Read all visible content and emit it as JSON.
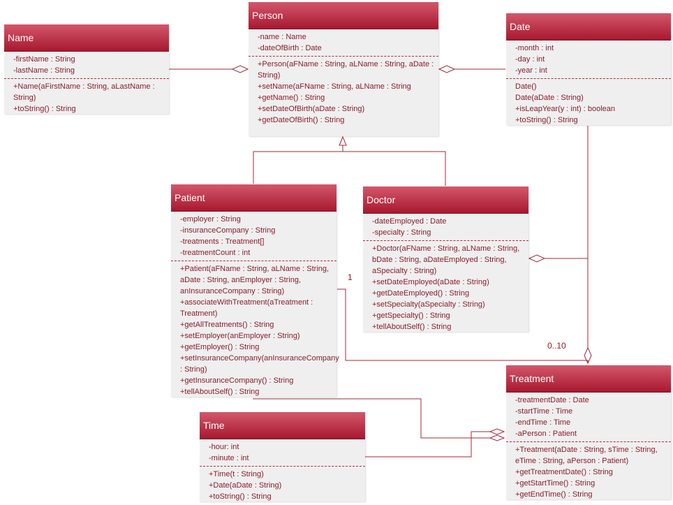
{
  "colors": {
    "header_top": "#d4576b",
    "header_bottom": "#a7192f",
    "line": "#a0283a",
    "text": "#8a1c2a",
    "body": "#efefef"
  },
  "classes": {
    "name": {
      "title": "Name",
      "attributes": [
        "-firstName : String",
        "-lastName : String"
      ],
      "methods": [
        "+Name(aFirstName : String, aLastName : String)",
        "+toString() : String"
      ]
    },
    "person": {
      "title": "Person",
      "attributes": [
        "-name : Name",
        "-dateOfBirth : Date"
      ],
      "methods": [
        "+Person(aFName : String, aLName : String, aDate : String)",
        "+setName(aFName : String, aLName : String",
        "+getName() : String",
        "+setDateOfBirth(aDate : String)",
        "+getDateOfBirth() : String"
      ]
    },
    "date": {
      "title": "Date",
      "attributes": [
        "-month : int",
        "-day : int",
        "-year : int"
      ],
      "methods": [
        "Date()",
        "Date(aDate : String)",
        "+isLeapYear(y : int) : boolean",
        "+toString() : String"
      ]
    },
    "patient": {
      "title": "Patient",
      "attributes": [
        "-employer : String",
        "-insuranceCompany : String",
        "-treatments : Treatment[]",
        "-treatmentCount : int"
      ],
      "methods": [
        "+Patient(aFName : String, aLName : String, aDate : String, anEmployer : String, anInsuranceCompany : String)",
        "+associateWithTreatment(aTreatment : Treatment)",
        "+getAllTreatments() : String",
        "+setEmployer(anEmployer : String)",
        "+getEmployer() : String",
        "+setInsuranceCompany(anInsuranceCompany : String)",
        "+getInsuranceCompany() : String",
        "+tellAboutSelf() : String"
      ]
    },
    "doctor": {
      "title": "Doctor",
      "attributes": [
        "-dateEmployed : Date",
        "-specialty : String"
      ],
      "methods": [
        "+Doctor(aFName : String, aLName : String, bDate : String, aDateEmployed : String, aSpecialty : String)",
        "+setDateEmployed(aDate : String)",
        "+getDateEmployed() : String",
        "+setSpecialty(aSpecialty : String)",
        "+getSpecialty() : String",
        "+tellAboutSelf() : String"
      ]
    },
    "treatment": {
      "title": "Treatment",
      "attributes": [
        "-treatmentDate : Date",
        "-startTime : Time",
        "-endTime : Time",
        "-aPerson : Patient"
      ],
      "methods": [
        "+Treatment(aDate : String, sTime : String, eTime : String, aPerson : Patient)",
        "+getTreatmentDate() : String",
        "+getStartTime() : String",
        "+getEndTime() : String"
      ]
    },
    "time": {
      "title": "Time",
      "attributes": [
        "-hour: int",
        "-minute : int"
      ],
      "methods": [
        "+Time(t : String)",
        "+Date(aDate : String)",
        "+toString() : String"
      ]
    }
  },
  "multiplicities": {
    "patient_end": "1",
    "treatment_end": "0..10"
  }
}
